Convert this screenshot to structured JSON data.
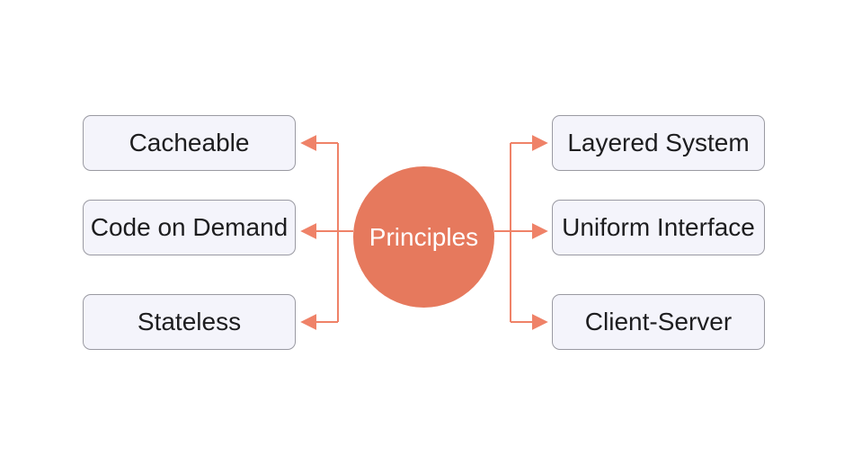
{
  "diagram": {
    "center_label": "Principles",
    "left_nodes": [
      "Cacheable",
      "Code on Demand",
      "Stateless"
    ],
    "right_nodes": [
      "Layered System",
      "Uniform Interface",
      "Client-Server"
    ]
  },
  "colors": {
    "background": "#FFFFFF",
    "circle_fill": "#E6795D",
    "circle_text": "#FFFFFF",
    "connector": "#EF8268",
    "node_fill": "#F4F4FB",
    "node_border": "#9A9AA2",
    "node_text": "#1D1D1F"
  }
}
